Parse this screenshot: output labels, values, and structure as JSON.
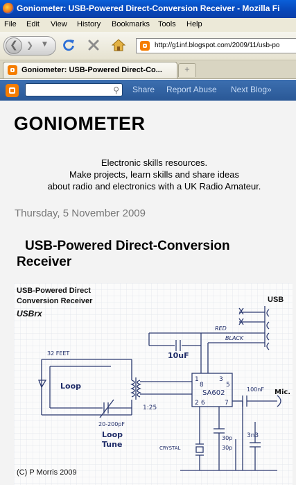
{
  "window": {
    "title": "Goniometer: USB-Powered Direct-Conversion Receiver - Mozilla Fi"
  },
  "menu": [
    "File",
    "Edit",
    "View",
    "History",
    "Bookmarks",
    "Tools",
    "Help"
  ],
  "urlbar": {
    "url": "http://g1inf.blogspot.com/2009/11/usb-po"
  },
  "tab": {
    "label": "Goniometer: USB-Powered Direct-Co...",
    "new_tab": "+"
  },
  "blogger_nav": {
    "share": "Share",
    "report": "Report Abuse",
    "next": "Next Blog»"
  },
  "blog": {
    "title": "GONIOMETER",
    "description": [
      "Electronic skills resources.",
      "Make projects, learn skills and share ideas",
      "about radio and electronics with a UK Radio Amateur."
    ]
  },
  "post": {
    "date": "Thursday, 5 November 2009",
    "title_line1": "USB-Powered Direct-Conversion",
    "title_line2": "Receiver"
  },
  "schematic": {
    "heading1": "USB-Powered Direct",
    "heading2": "Conversion Receiver",
    "name": "USBrx",
    "usb": "USB",
    "red": "RED",
    "black": "BLACK",
    "c10uf": "10uF",
    "feet": "32 FEET",
    "loop": "Loop",
    "ratio": "1:25",
    "trim": "20-200pF",
    "loop_tune1": "Loop",
    "loop_tune2": "Tune",
    "ic": "SA602",
    "pin1": "1",
    "pin8": "8",
    "pin3": "3",
    "pin5": "5",
    "pin2": "2",
    "pin6": "6",
    "pin7": "7",
    "c100nf": "100nF",
    "mic": "Mic.",
    "c30p_a": "30p",
    "c30p_b": "30p",
    "c3n3": "3n3",
    "crystal": "CRYSTAL",
    "credit": "(C) P Morris 2009"
  }
}
